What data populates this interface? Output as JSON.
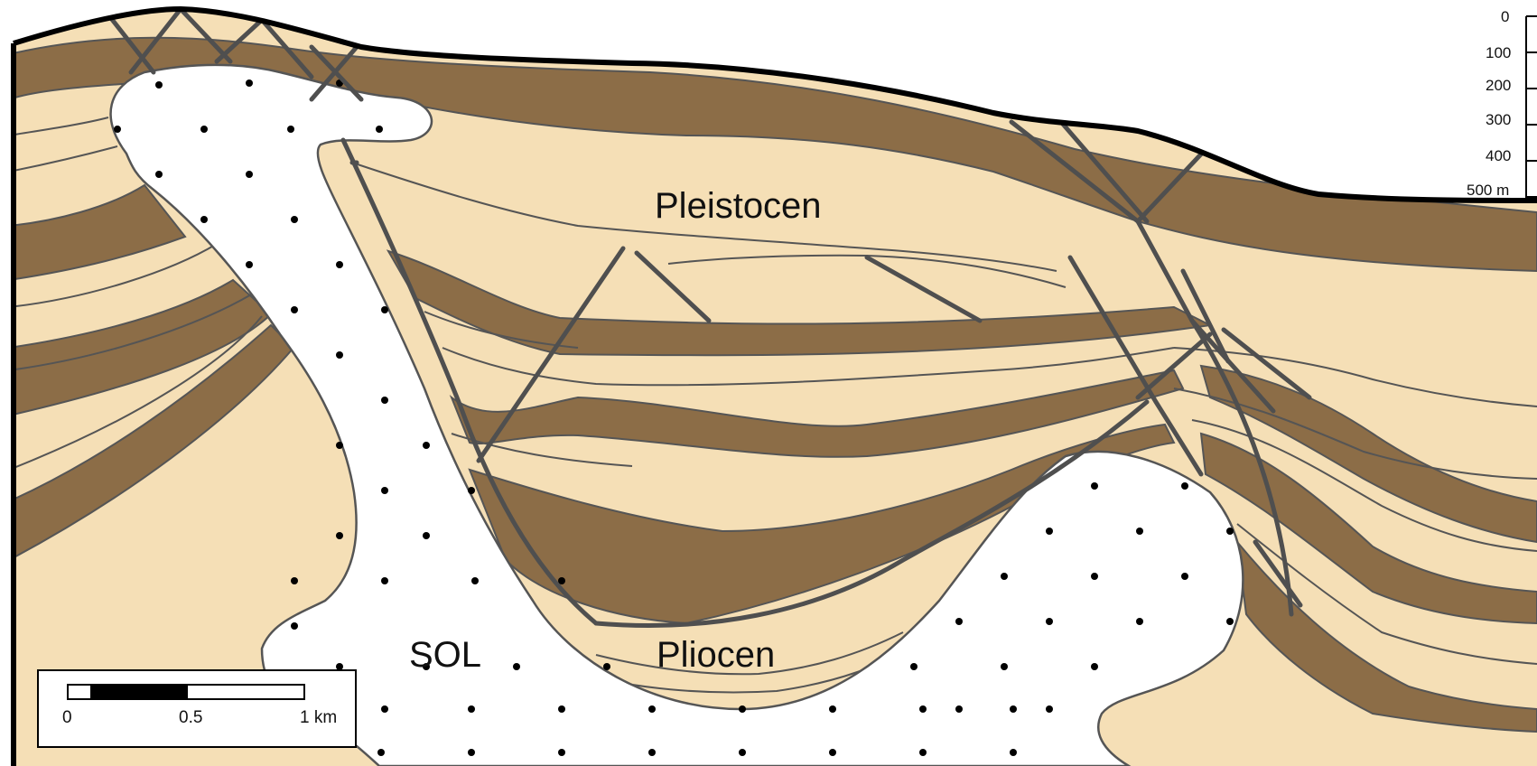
{
  "labels": {
    "pleistocen": "Pleistocen",
    "pliocen": "Pliocen",
    "sol": "SOL"
  },
  "depth_scale": {
    "ticks": [
      "0",
      "100",
      "200",
      "300",
      "400",
      "500 m"
    ]
  },
  "scale_bar": {
    "labels": [
      "0",
      "0.5",
      "1 km"
    ]
  },
  "colors": {
    "light_layer": "#f5dfb6",
    "dark_layer": "#8c6d47",
    "salt": "#ffffff",
    "contact_line": "#555555",
    "fault_line": "#4f4f4f",
    "surface_line": "#000000"
  }
}
